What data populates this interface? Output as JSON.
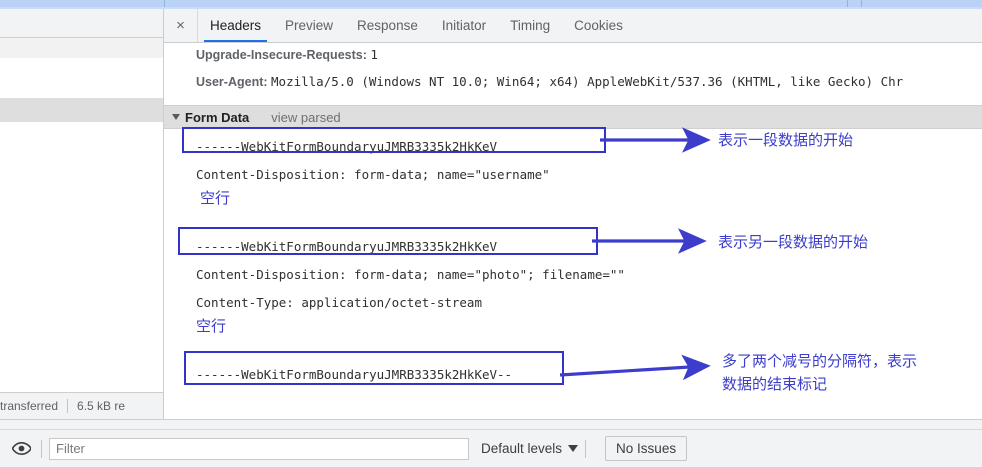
{
  "window": {
    "close_label": "×"
  },
  "tabs": [
    {
      "label": "Headers",
      "active": true
    },
    {
      "label": "Preview",
      "active": false
    },
    {
      "label": "Response",
      "active": false
    },
    {
      "label": "Initiator",
      "active": false
    },
    {
      "label": "Timing",
      "active": false
    },
    {
      "label": "Cookies",
      "active": false
    }
  ],
  "headers": [
    {
      "key": "Upgrade-Insecure-Requests:",
      "value": "1"
    },
    {
      "key": "User-Agent:",
      "value": "Mozilla/5.0 (Windows NT 10.0; Win64; x64) AppleWebKit/537.36 (KHTML, like Gecko) Chr"
    }
  ],
  "form_data": {
    "section_title": "Form Data",
    "view_parsed_label": "view parsed",
    "lines": [
      {
        "text": "------WebKitFormBoundaryuJMRB3335k2HkKeV",
        "boxed": true
      },
      {
        "text": "Content-Disposition: form-data; name=\"username\"",
        "boxed": false
      },
      {
        "text": "------WebKitFormBoundaryuJMRB3335k2HkKeV",
        "boxed": true
      },
      {
        "text": "Content-Disposition: form-data; name=\"photo\"; filename=\"\"",
        "boxed": false
      },
      {
        "text": "Content-Type: application/octet-stream",
        "boxed": false
      },
      {
        "text": "------WebKitFormBoundaryuJMRB3335k2HkKeV--",
        "boxed": true
      }
    ]
  },
  "annotations": {
    "color": "#3d3dcc",
    "blank_line_1": "空行",
    "blank_line_2": "空行",
    "note_1": "表示一段数据的开始",
    "note_2": "表示另一段数据的开始",
    "note_3_line1": "多了两个减号的分隔符，表示",
    "note_3_line2": "数据的结束标记"
  },
  "status_bar": {
    "transferred": "transferred",
    "resources": "6.5 kB re"
  },
  "console_drawer": {
    "eye_icon": "eye-icon",
    "filter_placeholder": "Filter",
    "filter_value": "",
    "levels_label": "Default levels",
    "no_issues_label": "No Issues"
  },
  "theme": {
    "accent_blue": "#1a73e8",
    "annotation_blue": "#3333cc",
    "panel_gray": "#f1f3f4",
    "section_gray": "#dedede"
  }
}
